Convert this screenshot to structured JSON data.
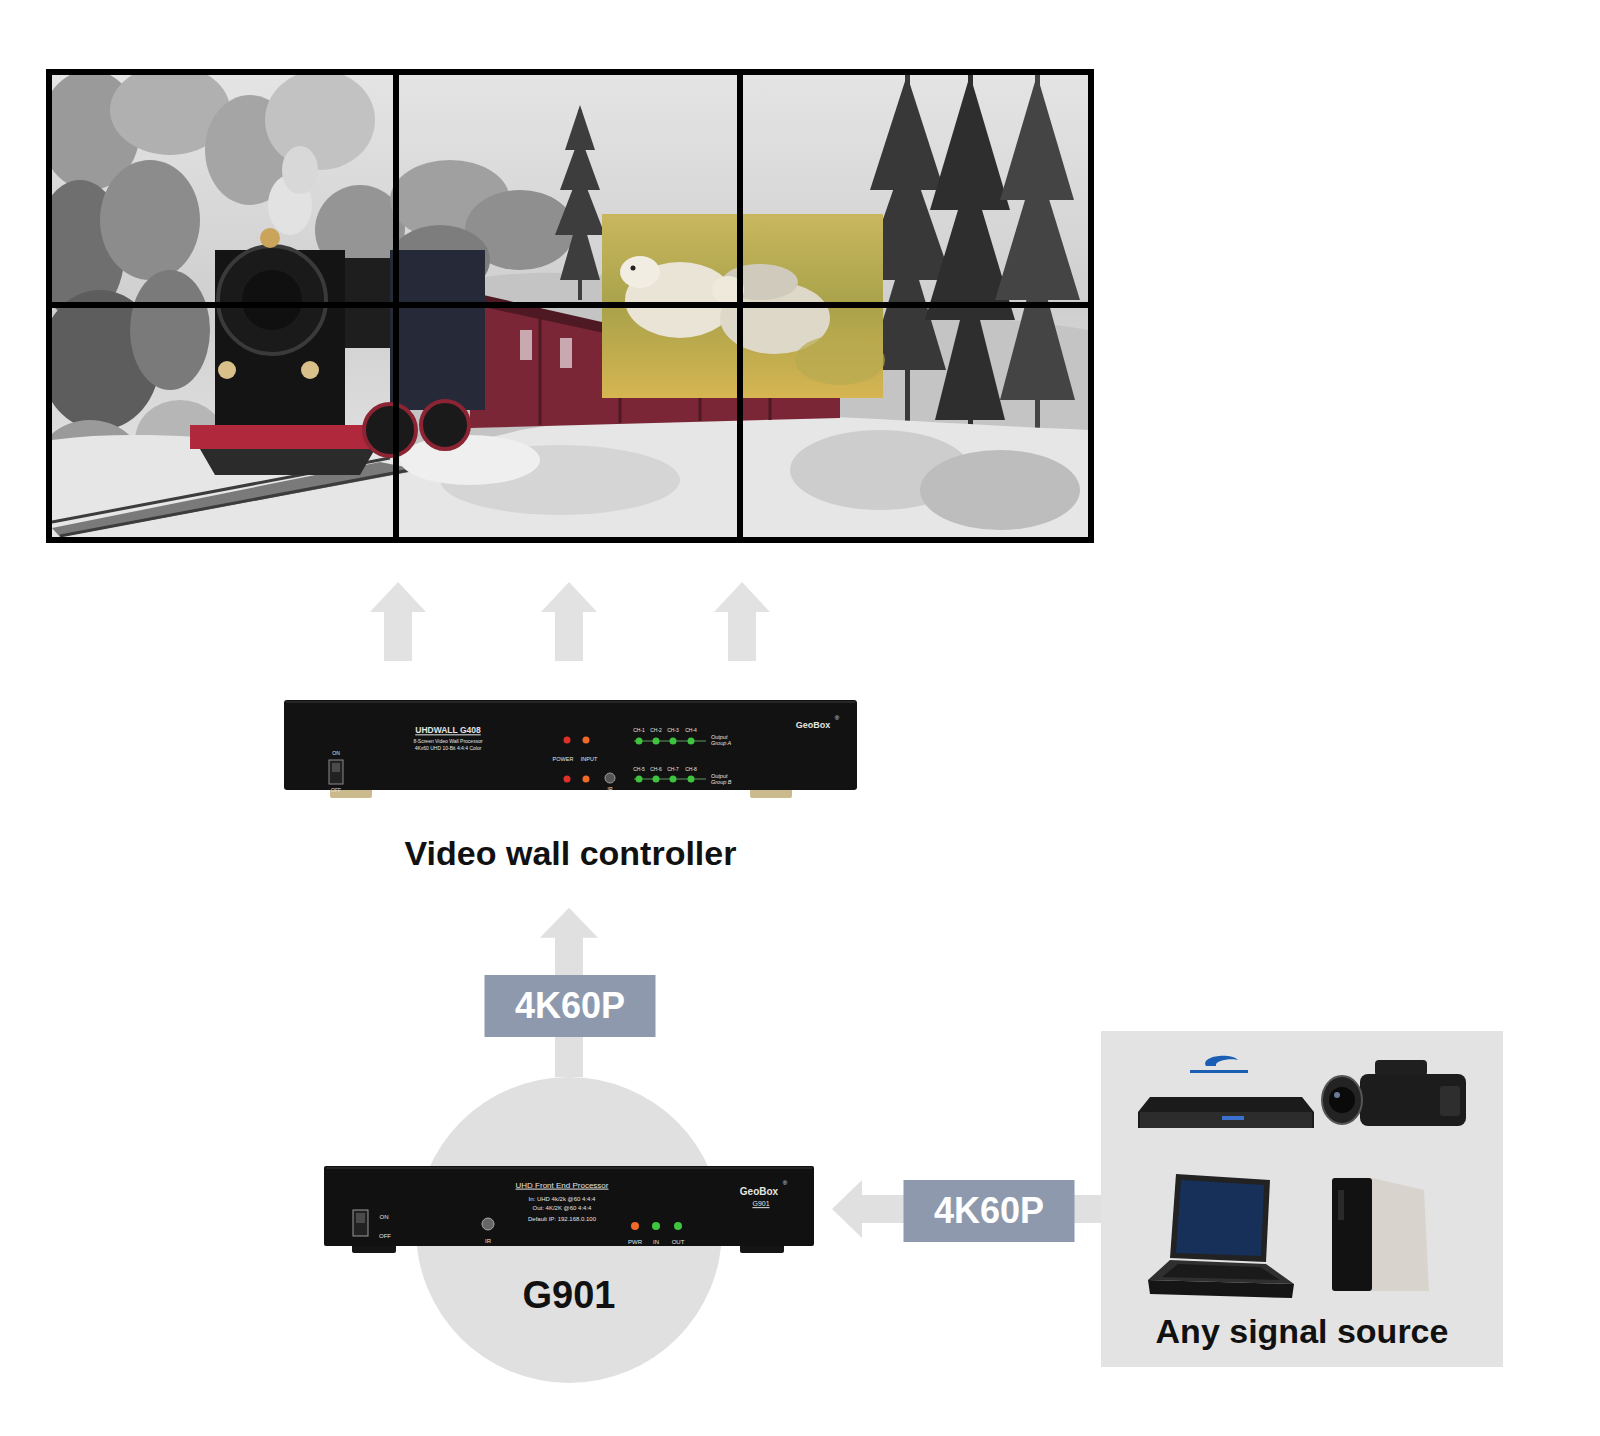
{
  "diagram": {
    "nodes": [
      {
        "text": [
          "Video wall controller"
        ]
      },
      {
        "text": [
          "G901"
        ]
      },
      {
        "text": [
          "Any signal source"
        ]
      }
    ],
    "edges": [
      {
        "from": 2,
        "to": 1,
        "arrow": "to",
        "label": "4K60P"
      },
      {
        "from": 1,
        "to": 0,
        "arrow": "to",
        "label": "4K60P"
      }
    ],
    "labels": [
      "UHDWALL G408",
      "8-Screen Video Wall Processor",
      "4Kx60 UHD 10-Bit 4:4:4 Color",
      "POWER",
      "INPUT",
      "IR",
      "CH-1",
      "CH-2",
      "CH-3",
      "CH-4",
      "Output Group A",
      "CH-5",
      "CH-6",
      "CH-7",
      "CH-8",
      "Output Group B",
      "GeoBox",
      "®",
      "ON",
      "OFF",
      "UHD Front End Processor",
      "In: UHD 4k/2k @60 4:4:4",
      "Out: 4K/2K @60 4:4:4",
      "Default IP: 192.168.0.100",
      "GeoBox",
      "®",
      "G901",
      "ON",
      "OFF",
      "IR",
      "PWR",
      "IN",
      "OUT"
    ]
  }
}
